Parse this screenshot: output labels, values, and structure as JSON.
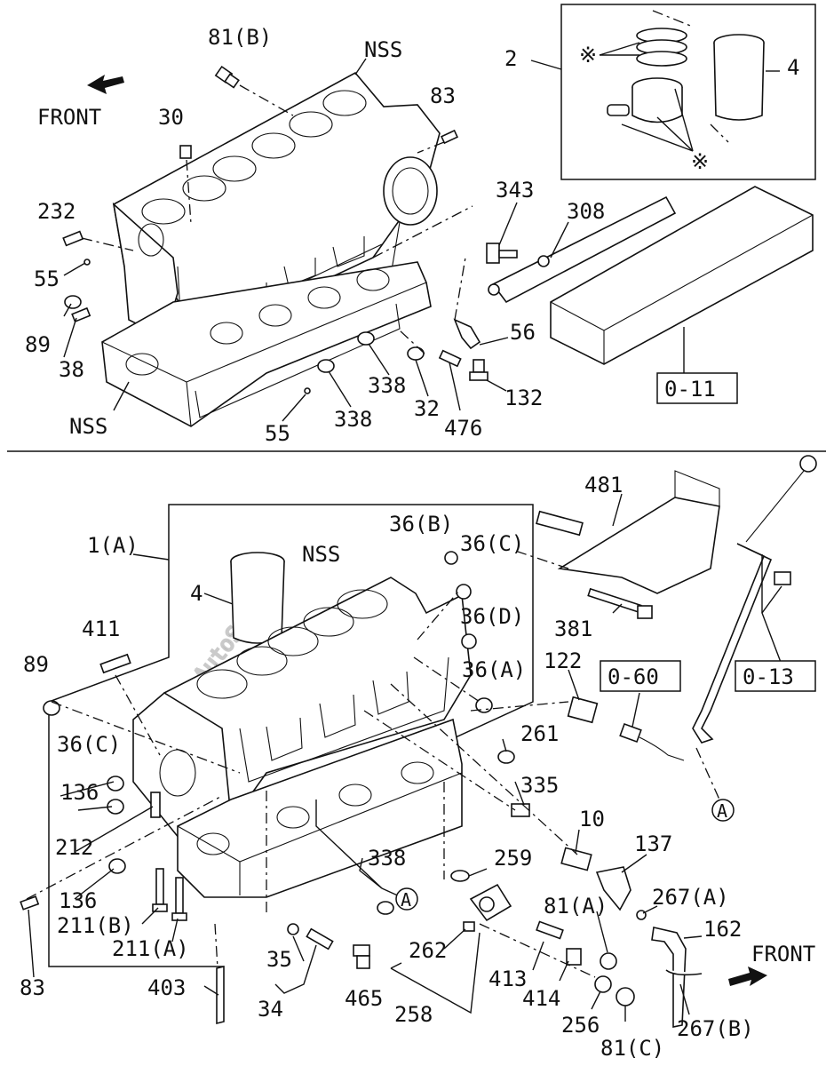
{
  "watermark": "AutoSoft",
  "upper": {
    "front_label": "FRONT",
    "labels": {
      "p81b": "81(B)",
      "nss_top": "NSS",
      "p83": "83",
      "p30": "30",
      "p232": "232",
      "p55a": "55",
      "p89": "89",
      "p38": "38",
      "nss_bottom": "NSS",
      "p55b": "55",
      "p338a": "338",
      "p338b": "338",
      "p32": "32",
      "p476": "476",
      "p132": "132",
      "p56": "56",
      "p343": "343",
      "p308": "308",
      "p2": "2",
      "p4": "4",
      "star_a": "※",
      "star_b": "※"
    },
    "ref_box": "0-11"
  },
  "lower": {
    "front_label": "FRONT",
    "labels": {
      "p1a": "1(A)",
      "p4": "4",
      "nss": "NSS",
      "p36b": "36(B)",
      "p36c_top": "36(C)",
      "p36d": "36(D)",
      "p36a": "36(A)",
      "p411": "411",
      "p89": "89",
      "p36c_left": "36(C)",
      "p136a": "136",
      "p212": "212",
      "p136b": "136",
      "p211b": "211(B)",
      "p211a": "211(A)",
      "p83": "83",
      "p403": "403",
      "p35": "35",
      "p34": "34",
      "p465": "465",
      "p262": "262",
      "p258": "258",
      "p338": "338",
      "p259": "259",
      "p10": "10",
      "p137": "137",
      "p81a": "81(A)",
      "p413": "413",
      "p414": "414",
      "p256": "256",
      "p81c": "81(C)",
      "p267a": "267(A)",
      "p162": "162",
      "p267b": "267(B)",
      "p261": "261",
      "p335": "335",
      "p122": "122",
      "p481": "481",
      "p381": "381",
      "circle_a1": "A",
      "circle_a2": "A"
    },
    "ref_boxes": {
      "b060": "0-60",
      "b013": "0-13"
    }
  }
}
